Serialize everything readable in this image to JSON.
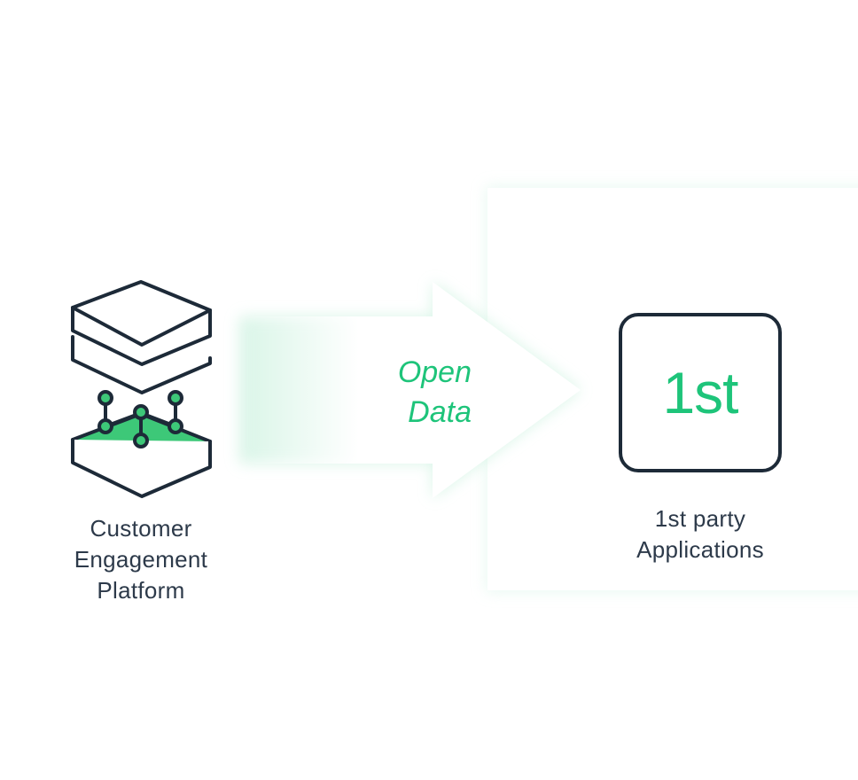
{
  "source": {
    "label_lines": [
      "Customer",
      "Engagement",
      "Platform"
    ],
    "icon": "layered-platform-icon"
  },
  "flow": {
    "label_lines": [
      "Open",
      "Data"
    ],
    "icon": "arrow-right-icon"
  },
  "target": {
    "badge_text": "1st",
    "label_lines": [
      "1st party",
      "Applications"
    ],
    "icon": "app-tile-icon"
  },
  "colors": {
    "accent_green": "#1ec47a",
    "fill_green": "#3dc878",
    "outline_dark": "#1d2a38",
    "text_dark": "#2d3a4a",
    "glow": "#d9f5e8"
  }
}
